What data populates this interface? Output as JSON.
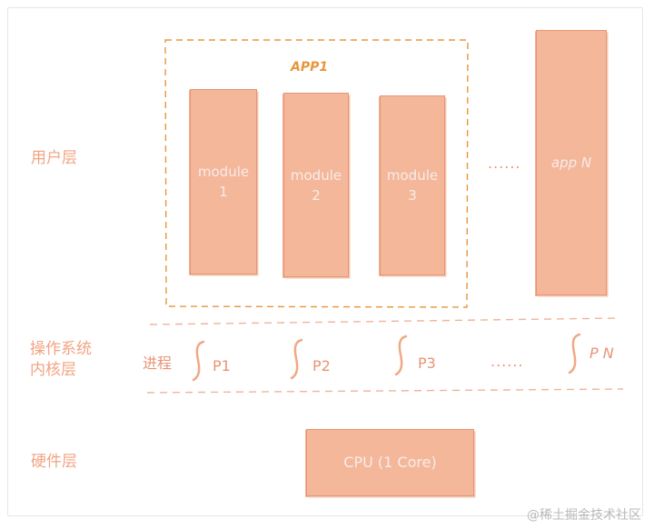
{
  "layers": {
    "user": "用户层",
    "kernel_line1": "操作系统",
    "kernel_line2": "内核层",
    "hardware": "硬件层"
  },
  "app1": {
    "title": "APP1",
    "modules": [
      {
        "label": "module\n1"
      },
      {
        "label": "module\n2"
      },
      {
        "label": "module\n3"
      }
    ]
  },
  "app_ellipsis": "......",
  "app_n": "app N",
  "kernel": {
    "process_label": "进程",
    "processes": [
      "P1",
      "P2",
      "P3",
      "P N"
    ],
    "ellipsis": "......"
  },
  "hardware": {
    "cpu": "CPU (1 Core)"
  },
  "watermark": "@稀土掘金技术社区",
  "colors": {
    "block_fill": "#f4b79a",
    "block_border": "#e69572",
    "label": "#f2a483",
    "app_frame": "#e8963c",
    "divider": "#f0b49a"
  }
}
